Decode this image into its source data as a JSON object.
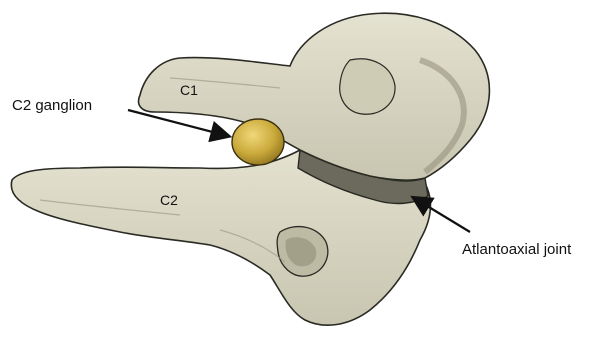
{
  "labels": {
    "c1": "C1",
    "c2": "C2",
    "ganglion": "C2 ganglion",
    "joint": "Atlantoaxial joint"
  },
  "colors": {
    "bone": "#d8d6c2",
    "bone_shadow": "#a8a691",
    "joint": "#6b6a5c",
    "ganglion": "#c9a93a",
    "ganglion_highlight": "#e8cf6a",
    "outline": "#2a2a24"
  }
}
